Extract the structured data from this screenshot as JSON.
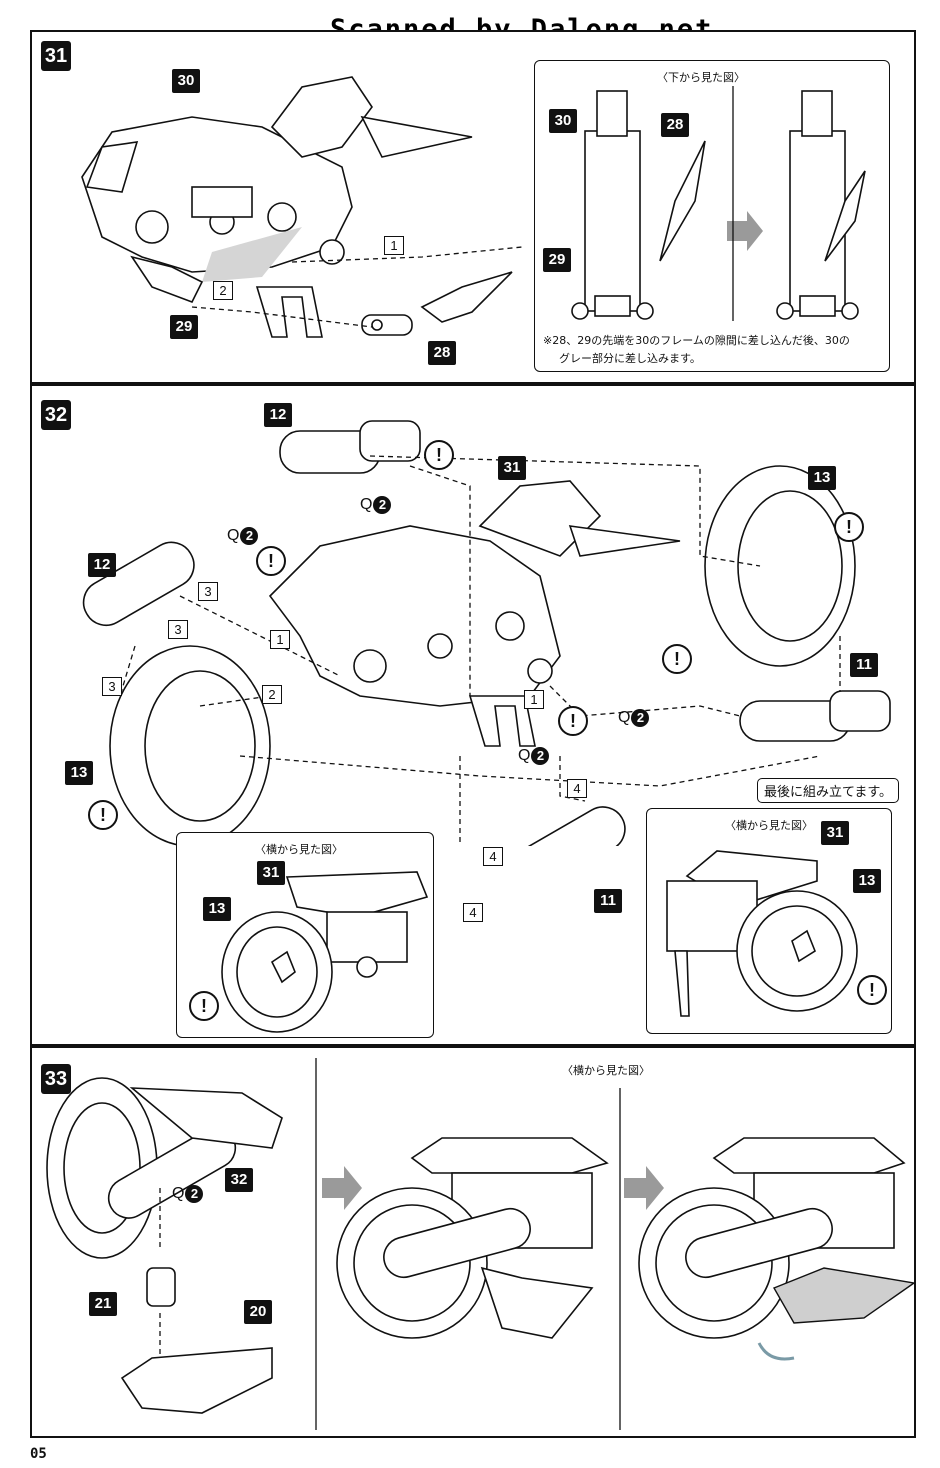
{
  "watermark": "Scanned by Dalong.net",
  "page_number": "05",
  "step31": {
    "step": "31",
    "parts": [
      "30",
      "29",
      "28"
    ],
    "assembly_order": [
      "1",
      "2"
    ],
    "inset_caption": "〈下から見た図〉",
    "inset_parts": [
      "30",
      "28",
      "29"
    ],
    "note_line1": "※28、29の先端を30のフレームの隙間に差し込んだ後、30の",
    "note_line2": "グレー部分に差し込みます。"
  },
  "step32": {
    "step": "32",
    "parts": [
      "12",
      "31",
      "13",
      "12",
      "11",
      "13",
      "11"
    ],
    "q_label": "Q",
    "q_count": "2",
    "warning": "!",
    "order_marks": [
      "1",
      "1",
      "2",
      "3",
      "3",
      "3",
      "4",
      "4",
      "4"
    ],
    "assemble_last": "最後に組み立てます。",
    "side_caption_left": "〈横から見た図〉",
    "side_caption_right": "〈横から見た図〉",
    "side_parts_left": [
      "31",
      "13"
    ],
    "side_parts_right": [
      "31",
      "13"
    ]
  },
  "step33": {
    "step": "33",
    "parts": [
      "32",
      "21",
      "20"
    ],
    "q_label": "Q",
    "q_count": "2",
    "side_caption": "〈横から見た図〉"
  }
}
